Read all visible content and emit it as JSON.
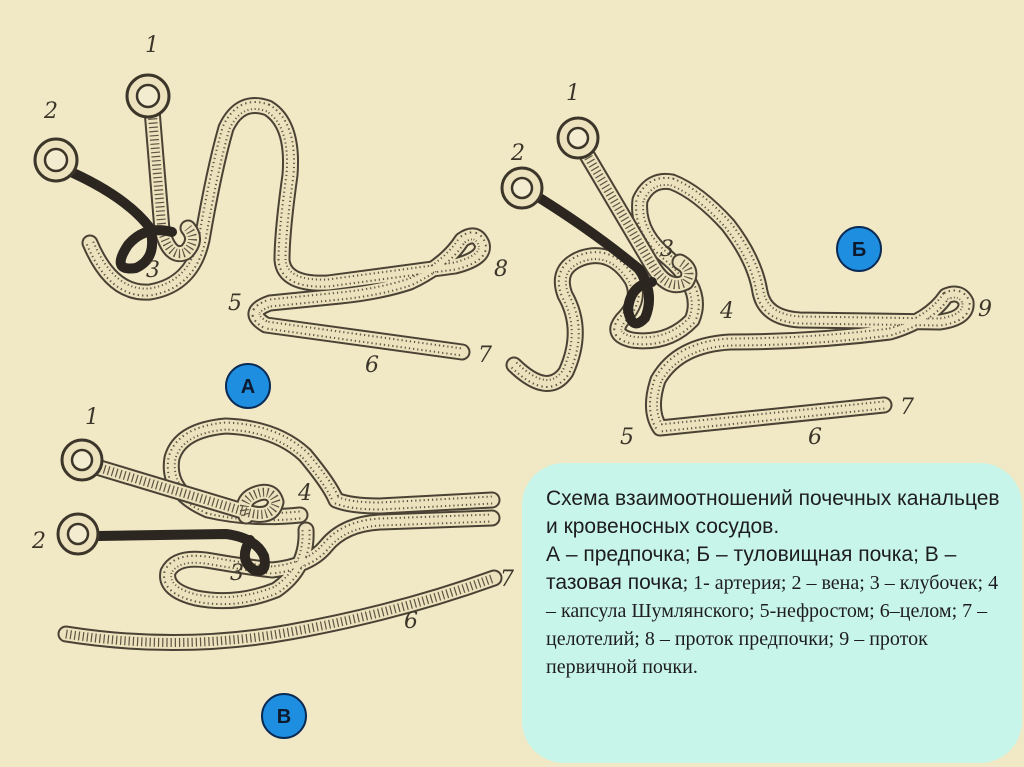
{
  "diagrams": [
    {
      "id": "A",
      "badge": "А",
      "labels": {
        "artery": "1",
        "vein": "2",
        "glomerulus": "3",
        "nephrostome": "5",
        "coelom": "6",
        "coelothelium": "7",
        "duct": "8"
      }
    },
    {
      "id": "B",
      "badge": "Б",
      "labels": {
        "artery": "1",
        "vein": "2",
        "glomerulus": "3",
        "capsule": "4",
        "nephrostome": "5",
        "coelom": "6",
        "coelothelium": "7",
        "duct": "9"
      }
    },
    {
      "id": "C",
      "badge": "В",
      "labels": {
        "artery": "1",
        "vein": "2",
        "glomerulus": "3",
        "capsule": "4",
        "coelom": "6",
        "coelothelium": "7"
      }
    }
  ],
  "caption": {
    "title": "Схема взаимоотношений почечных канальцев и кровеносных сосудов.",
    "parts": "А – предпочка; Б – туловищная почка; В – тазовая почка",
    "legend": "; 1- артерия; 2 – вена; 3 – клубочек; 4 – капсула Шумлянского; 5-нефростом; 6–целом; 7 – целотелий; 8 – проток предпочки; 9 – проток первичной почки."
  },
  "colors": {
    "background": "#f1e8c5",
    "caption_bg": "#c8f5ea",
    "badge": "#1e8fe0",
    "ink": "#3c352a"
  }
}
